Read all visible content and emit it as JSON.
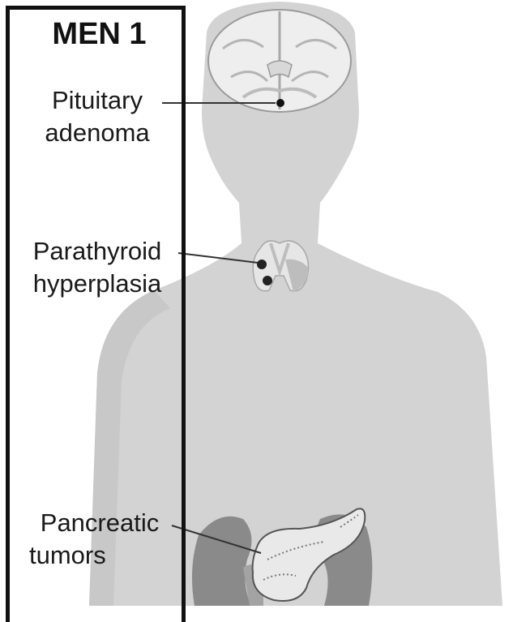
{
  "figure": {
    "title": "MEN 1",
    "labels": {
      "pituitary": [
        "Pituitary",
        "adenoma"
      ],
      "parathyroid": [
        "Parathyroid",
        "hyperplasia"
      ],
      "pancreatic": [
        "Pancreatic",
        "tumors"
      ]
    }
  },
  "colors": {
    "silhouette": "#d3d3d3",
    "brain": "#eeeeee",
    "box": "#111111",
    "kidney": "#8a8a8a",
    "pancreas": "#e9e9e9"
  }
}
